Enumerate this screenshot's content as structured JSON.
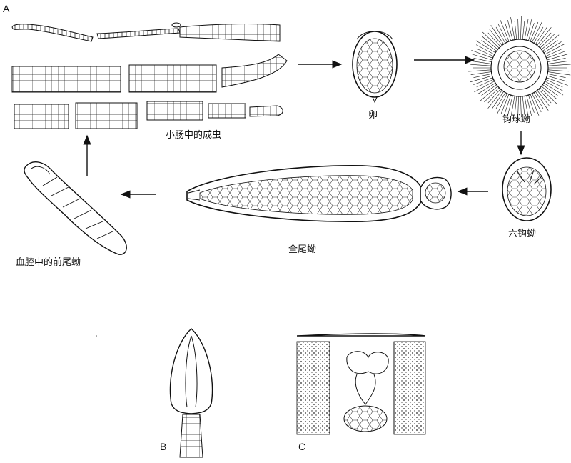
{
  "panels": {
    "a": "A",
    "b": "B",
    "c": "C"
  },
  "labels": {
    "adult": "小肠中的成虫",
    "egg": "卵",
    "coracidium": "钩球蚴",
    "oncosphere": "六钩蚴",
    "procercoid": "全尾蚴",
    "plerocercoid": "血腔中的前尾蚴"
  },
  "colors": {
    "ink": "#111111",
    "paper": "#ffffff"
  }
}
